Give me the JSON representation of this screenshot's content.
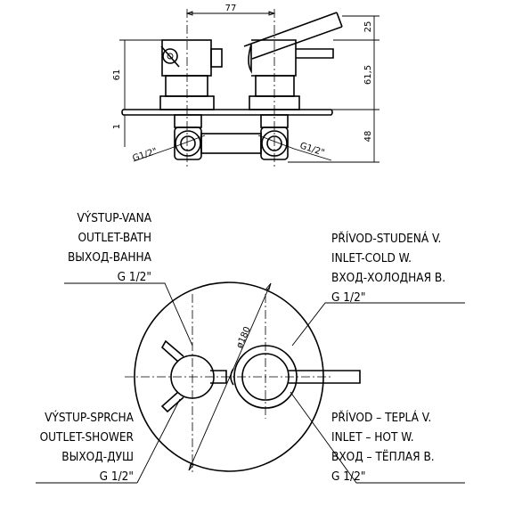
{
  "dimensions": {
    "width_77": "77",
    "height_61": "61",
    "height_1": "1",
    "height_25": "25",
    "height_61_5": "61,5",
    "height_48": "48",
    "diameter_180": "ø180"
  },
  "threads": {
    "left": "G1/2\"",
    "right": "G1/2\""
  },
  "labels": {
    "outlet_bath": [
      "VÝSTUP-VANA",
      "OUTLET-BATH",
      "ВЫХОД-ВАННА",
      "G 1/2\""
    ],
    "inlet_cold": [
      "PŘÍVOD-STUDENÁ V.",
      "INLET-COLD W.",
      "ВХОД-ХОЛОДНАЯ В.",
      "G 1/2\""
    ],
    "inlet_hot": [
      "PŘÍVOD – TEPLÁ V.",
      "INLET – HOT W.",
      "ВХОД – ТЁПЛАЯ В.",
      "G 1/2\""
    ],
    "outlet_shower": [
      "VÝSTUP-SPRCHA",
      "OUTLET-SHOWER",
      "ВЫХОД-ДУШ",
      "G 1/2\""
    ]
  }
}
